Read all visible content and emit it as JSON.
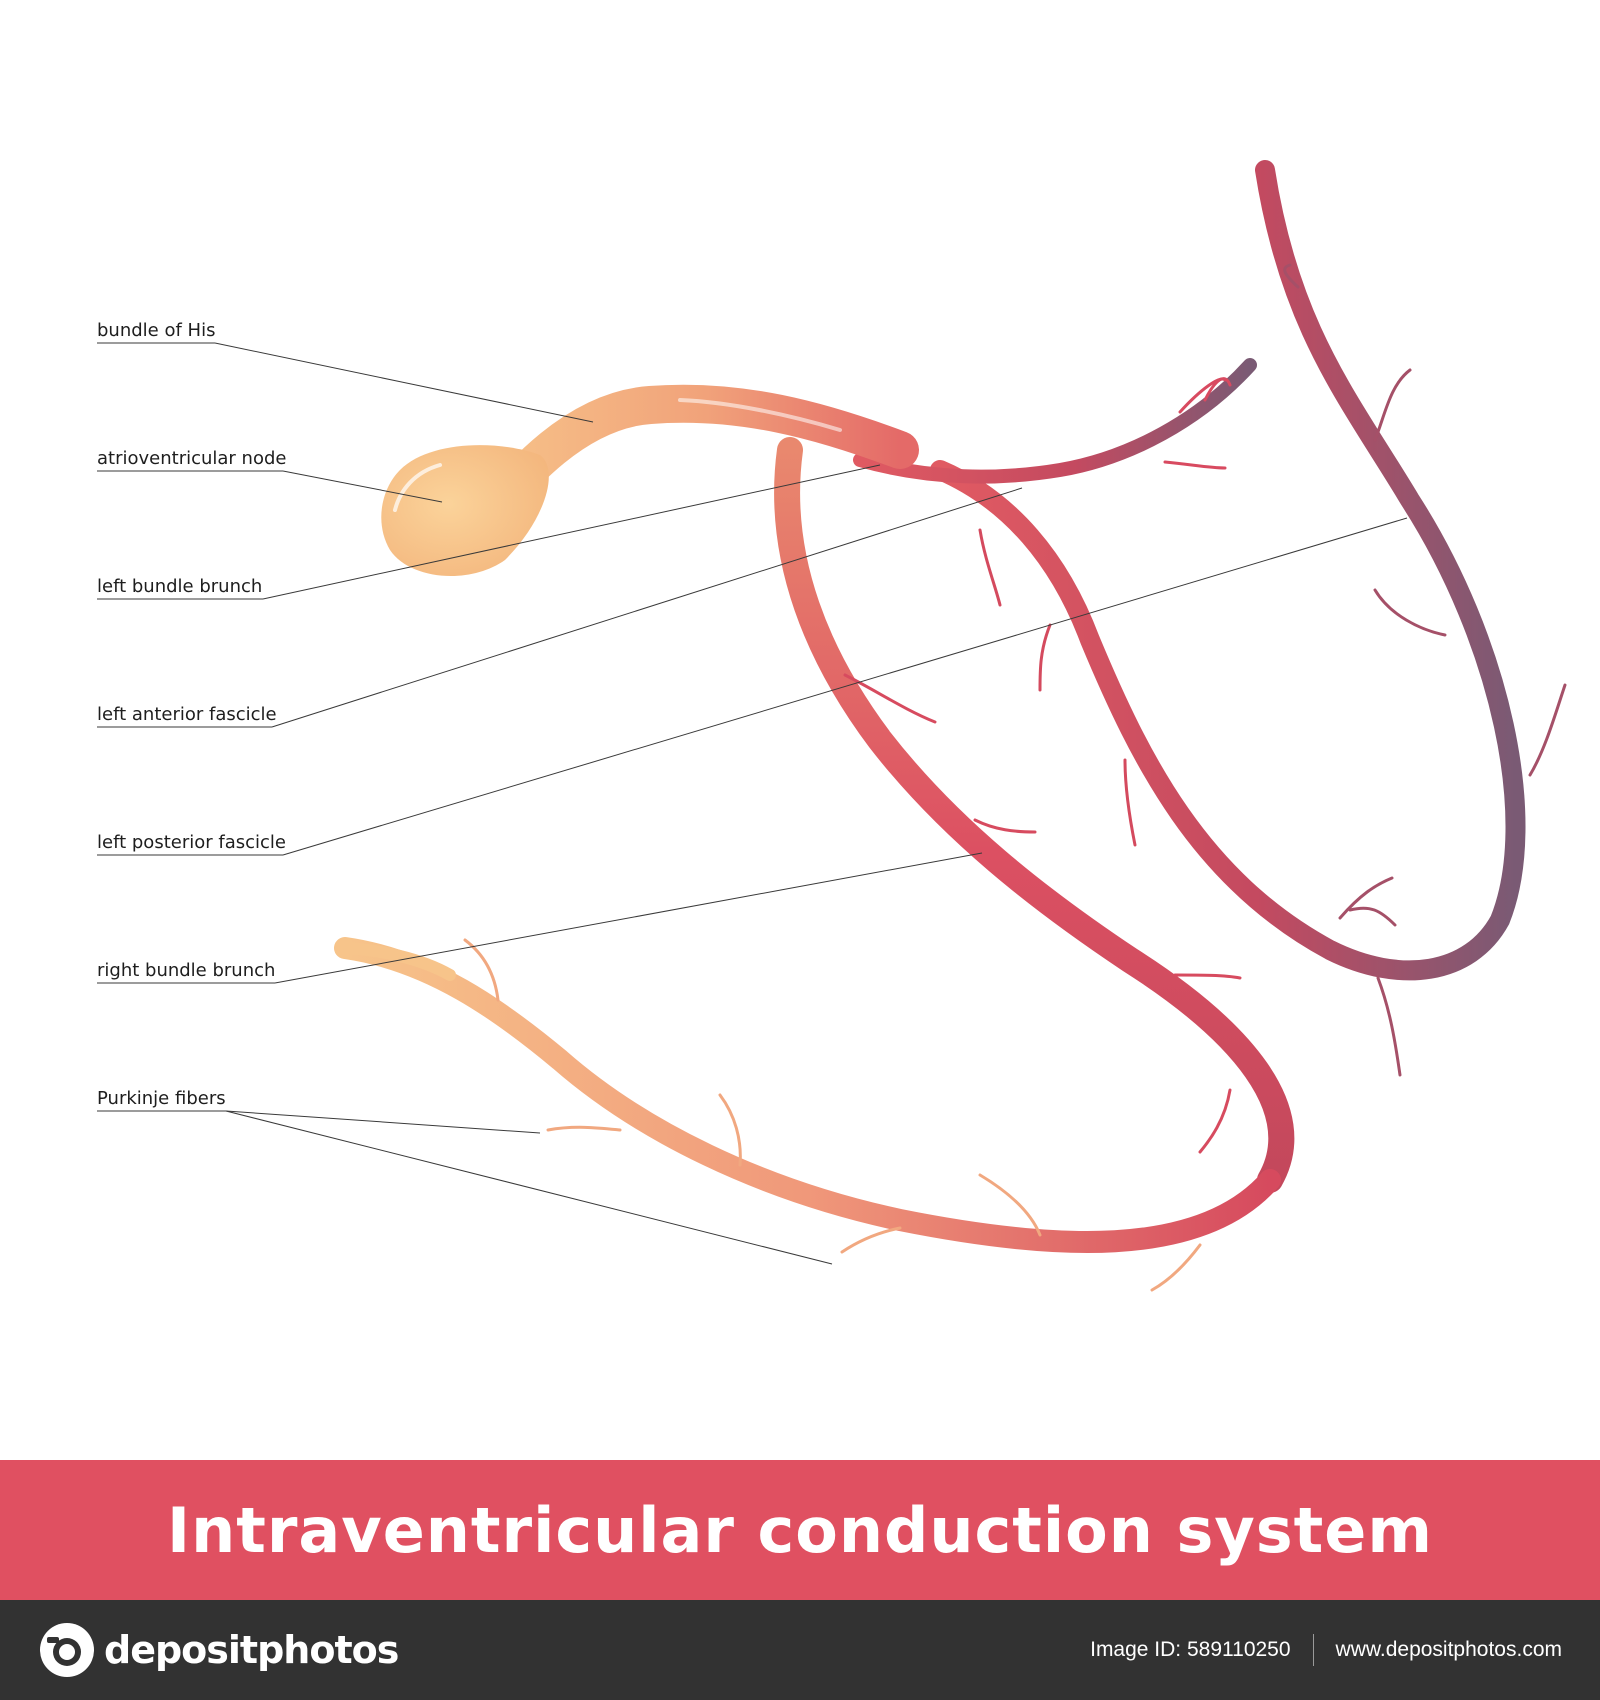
{
  "colors": {
    "title_bar": "#e05061",
    "footer_bg": "#323232",
    "fiber_light": "#f7c58a",
    "fiber_mid": "#ea7a6a",
    "fiber_red": "#d94a5c",
    "fiber_purple": "#7a5a74"
  },
  "labels": [
    {
      "id": "bundle-of-his",
      "text": "bundle of His"
    },
    {
      "id": "atrioventricular-node",
      "text": "atrioventricular node"
    },
    {
      "id": "left-bundle-brunch",
      "text": "left bundle brunch"
    },
    {
      "id": "left-anterior-fascicle",
      "text": "left anterior fascicle"
    },
    {
      "id": "left-posterior-fascicle",
      "text": "left posterior fascicle"
    },
    {
      "id": "right-bundle-brunch",
      "text": "right bundle brunch"
    },
    {
      "id": "purkinje-fibers",
      "text": "Purkinje fibers"
    }
  ],
  "title": "Intraventricular conduction system",
  "footer": {
    "brand": "depositphotos",
    "brand_icon": "depositphotos-camera-logo-icon",
    "image_id": "Image ID: 589110250",
    "website": "www.depositphotos.com"
  }
}
